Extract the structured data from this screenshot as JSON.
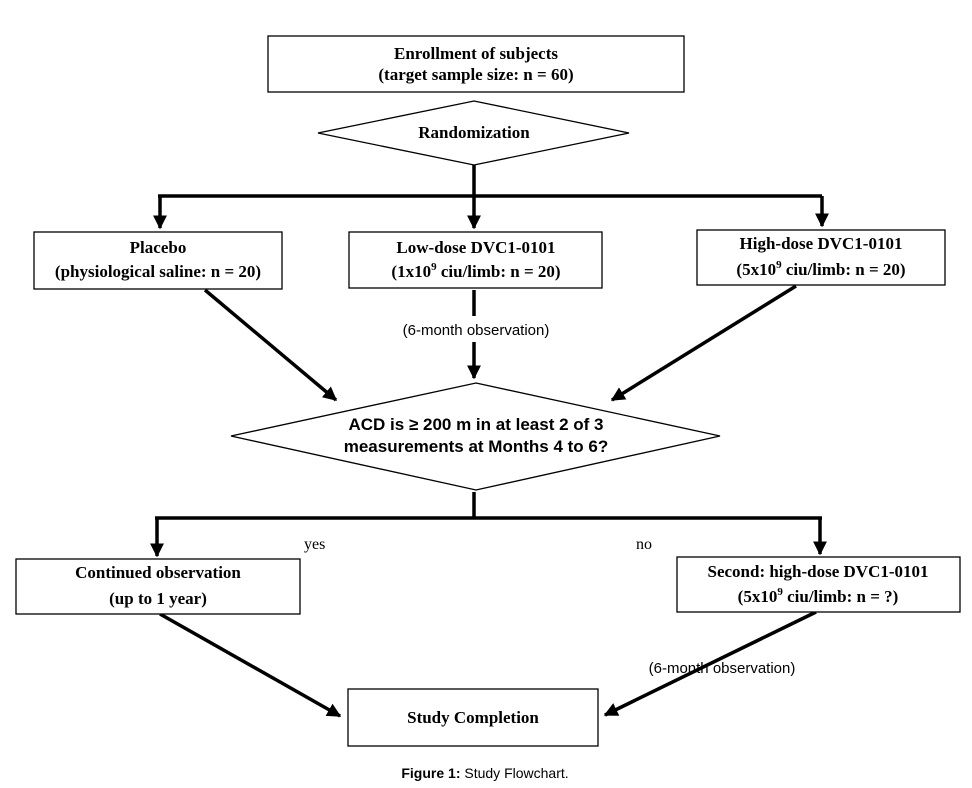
{
  "enrollment": {
    "line1": "Enrollment of subjects",
    "line2": "(target sample size: n = 60)"
  },
  "randomization": {
    "label": "Randomization"
  },
  "placebo": {
    "line1": "Placebo",
    "line2": "(physiological saline: n = 20)"
  },
  "low_dose": {
    "line1": "Low-dose DVC1-0101",
    "line2_pre": "(1x10",
    "line2_sup": "9",
    "line2_post": " ciu/limb: n = 20)"
  },
  "high_dose": {
    "line1": "High-dose DVC1-0101",
    "line2_pre": "(5x10",
    "line2_sup": "9",
    "line2_post": " ciu/limb: n = 20)"
  },
  "observation_label_1": "(6-month observation)",
  "decision": {
    "line1": "ACD is ≥ 200 m in at least 2 of 3",
    "line2": "measurements at Months 4 to 6?"
  },
  "branch": {
    "yes": "yes",
    "no": "no"
  },
  "continued": {
    "line1": "Continued observation",
    "line2": "(up to 1 year)"
  },
  "second_dose": {
    "line1": "Second: high-dose DVC1-0101",
    "line2_pre": "(5x10",
    "line2_sup": "9",
    "line2_post": " ciu/limb: n = ?)"
  },
  "observation_label_2": "(6-month observation)",
  "completion": {
    "label": "Study Completion"
  },
  "caption": {
    "bold": "Figure 1:",
    "text": " Study Flowchart."
  }
}
